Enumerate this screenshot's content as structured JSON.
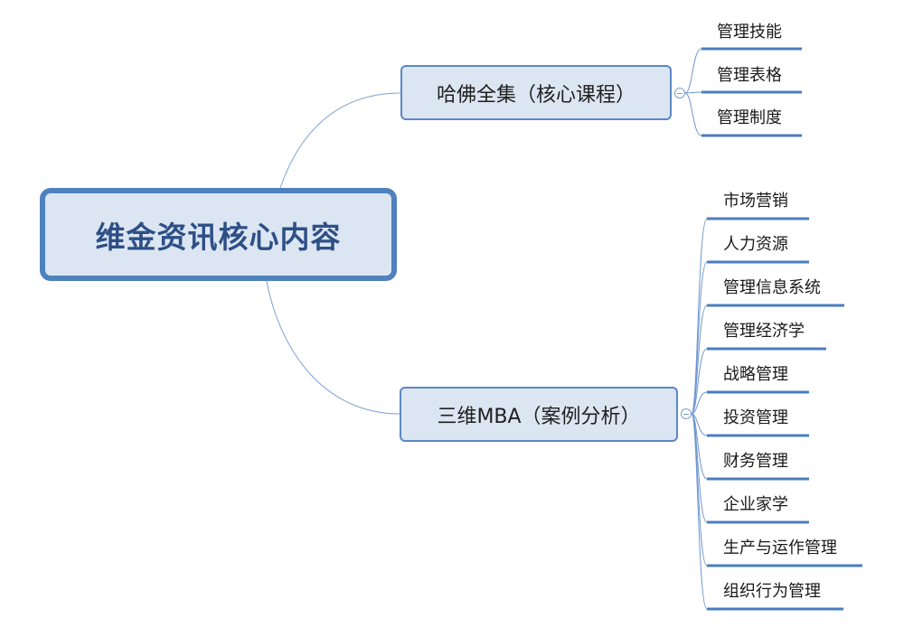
{
  "root": {
    "label": "维金资讯核心内容"
  },
  "branches": [
    {
      "label": "哈佛全集（核心课程）",
      "leaves": [
        "管理技能",
        "管理表格",
        "管理制度"
      ]
    },
    {
      "label": "三维MBA（案例分析）",
      "leaves": [
        "市场营销",
        "人力资源",
        "管理信息系统",
        "管理经济学",
        "战略管理",
        "投资管理",
        "财务管理",
        "企业家学",
        "生产与运作管理",
        "组织行为管理"
      ]
    }
  ],
  "colors": {
    "node_fill": "#dce6f2",
    "root_border": "#4f81bd",
    "branch_border": "#5b87c4",
    "connector": "#6f96cf",
    "underline": "#4a7dc0"
  }
}
